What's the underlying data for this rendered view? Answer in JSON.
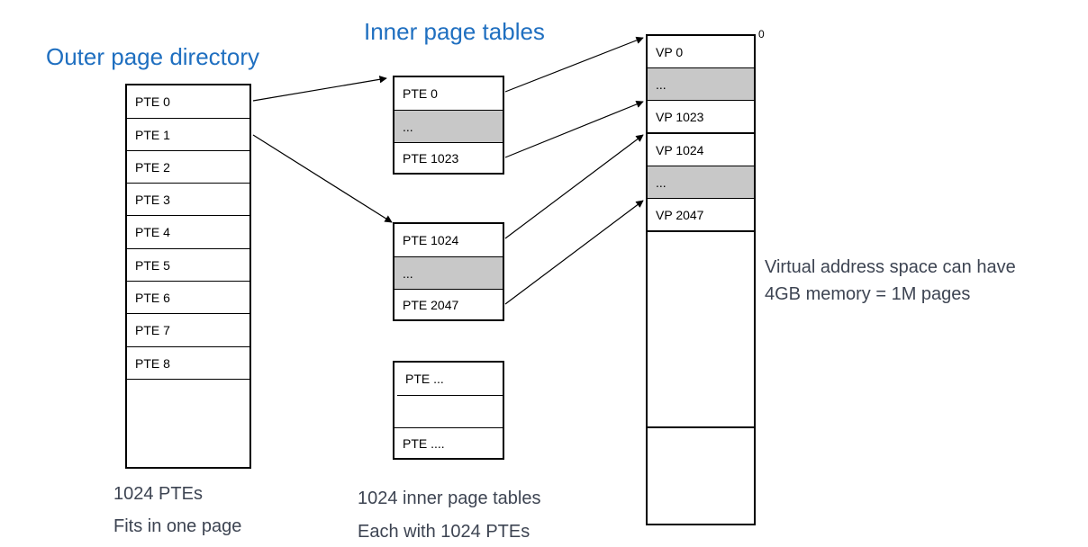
{
  "titles": {
    "outer": "Outer page directory",
    "inner": "Inner page tables"
  },
  "outer_directory": {
    "rows": [
      "PTE 0",
      "PTE 1",
      "PTE 2",
      "PTE 3",
      "PTE 4",
      "PTE 5",
      "PTE 6",
      "PTE 7",
      "PTE 8"
    ],
    "caption_line1": "1024 PTEs",
    "caption_line2": "Fits in one page"
  },
  "inner_tables": {
    "table_a": [
      "PTE 0",
      "...",
      "PTE 1023"
    ],
    "table_b": [
      "PTE 1024",
      "...",
      "PTE 2047"
    ],
    "table_c": [
      "PTE ...",
      "",
      "PTE ...."
    ],
    "caption_line1": "1024 inner page tables",
    "caption_line2": "Each with 1024 PTEs"
  },
  "virtual_space": {
    "zero_label": "0",
    "rows_top": [
      "VP 0",
      "...",
      "VP 1023"
    ],
    "rows_second": [
      "VP 1024",
      "...",
      "VP 2047"
    ],
    "note_line1": "Virtual address space can have",
    "note_line2": "4GB memory = 1M pages"
  },
  "colors": {
    "title": "#1f6fc0",
    "note": "#3d4452",
    "gray_cell": "#c8c8c8"
  }
}
